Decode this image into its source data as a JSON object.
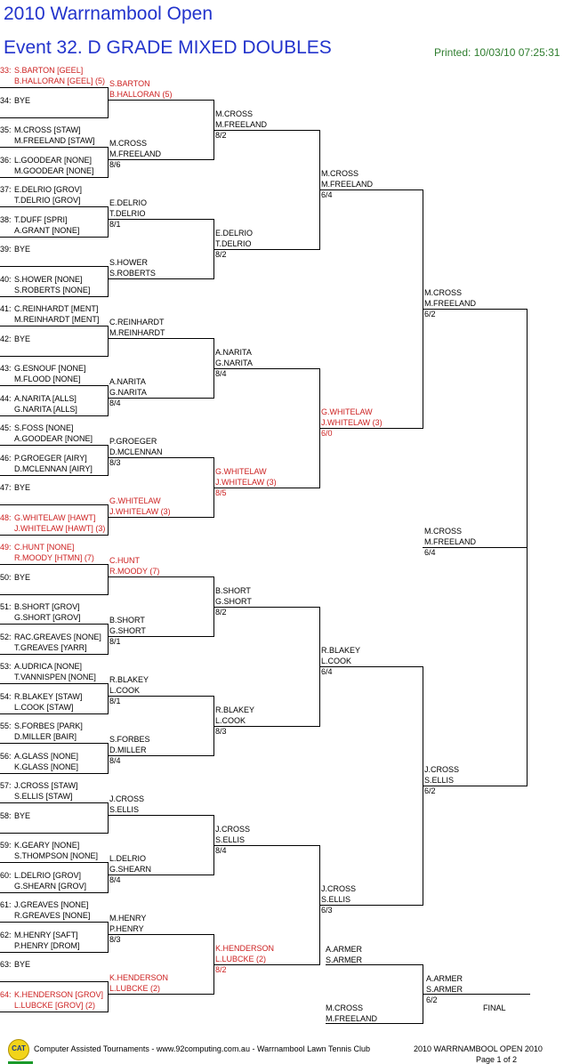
{
  "header": {
    "title": "2010 Warrnambool Open",
    "event": "Event 32. D GRADE MIXED DOUBLES",
    "printed": "Printed: 10/03/10 07:25:31"
  },
  "draw": [
    {
      "seed": "33:",
      "p1": "S.BARTON [GEEL]",
      "p2": "B.HALLORAN [GEEL] (5)",
      "red": true
    },
    {
      "seed": "34:",
      "p1": "BYE",
      "p2": ""
    },
    {
      "seed": "35:",
      "p1": "M.CROSS [STAW]",
      "p2": "M.FREELAND [STAW]"
    },
    {
      "seed": "36:",
      "p1": "L.GOODEAR [NONE]",
      "p2": "M.GOODEAR [NONE]"
    },
    {
      "seed": "37:",
      "p1": "E.DELRIO [GROV]",
      "p2": "T.DELRIO [GROV]"
    },
    {
      "seed": "38:",
      "p1": "T.DUFF [SPRI]",
      "p2": "A.GRANT [NONE]"
    },
    {
      "seed": "39:",
      "p1": "BYE",
      "p2": ""
    },
    {
      "seed": "40:",
      "p1": "S.HOWER [NONE]",
      "p2": "S.ROBERTS [NONE]"
    },
    {
      "seed": "41:",
      "p1": "C.REINHARDT [MENT]",
      "p2": "M.REINHARDT [MENT]"
    },
    {
      "seed": "42:",
      "p1": "BYE",
      "p2": ""
    },
    {
      "seed": "43:",
      "p1": "G.ESNOUF [NONE]",
      "p2": "M.FLOOD [NONE]"
    },
    {
      "seed": "44:",
      "p1": "A.NARITA [ALLS]",
      "p2": "G.NARITA [ALLS]"
    },
    {
      "seed": "45:",
      "p1": "S.FOSS [NONE]",
      "p2": "A.GOODEAR [NONE]"
    },
    {
      "seed": "46:",
      "p1": "P.GROEGER [AIRY]",
      "p2": "D.MCLENNAN [AIRY]"
    },
    {
      "seed": "47:",
      "p1": "BYE",
      "p2": ""
    },
    {
      "seed": "48:",
      "p1": "G.WHITELAW [HAWT]",
      "p2": "J.WHITELAW [HAWT] (3)",
      "red": true
    },
    {
      "seed": "49:",
      "p1": "C.HUNT [NONE]",
      "p2": "R.MOODY [HTMN] (7)",
      "red": true
    },
    {
      "seed": "50:",
      "p1": "BYE",
      "p2": ""
    },
    {
      "seed": "51:",
      "p1": "B.SHORT [GROV]",
      "p2": "G.SHORT [GROV]"
    },
    {
      "seed": "52:",
      "p1": "RAC.GREAVES [NONE]",
      "p2": "T.GREAVES [YARR]"
    },
    {
      "seed": "53:",
      "p1": "A.UDRICA [NONE]",
      "p2": "T.VANNISPEN [NONE]"
    },
    {
      "seed": "54:",
      "p1": "R.BLAKEY [STAW]",
      "p2": "L.COOK [STAW]"
    },
    {
      "seed": "55:",
      "p1": "S.FORBES [PARK]",
      "p2": "D.MILLER [BAIR]"
    },
    {
      "seed": "56:",
      "p1": "A.GLASS [NONE]",
      "p2": "K.GLASS [NONE]"
    },
    {
      "seed": "57:",
      "p1": "J.CROSS [STAW]",
      "p2": "S.ELLIS [STAW]"
    },
    {
      "seed": "58:",
      "p1": "BYE",
      "p2": ""
    },
    {
      "seed": "59:",
      "p1": "K.GEARY [NONE]",
      "p2": "S.THOMPSON [NONE]"
    },
    {
      "seed": "60:",
      "p1": "L.DELRIO [GROV]",
      "p2": "G.SHEARN [GROV]"
    },
    {
      "seed": "61:",
      "p1": "J.GREAVES [NONE]",
      "p2": "R.GREAVES [NONE]"
    },
    {
      "seed": "62:",
      "p1": "M.HENRY [SAFT]",
      "p2": "P.HENRY [DROM]"
    },
    {
      "seed": "63:",
      "p1": "BYE",
      "p2": ""
    },
    {
      "seed": "64:",
      "p1": "K.HENDERSON [GROV]",
      "p2": "L.LUBCKE [GROV] (2)",
      "red": true
    }
  ],
  "round2": [
    {
      "p1": "S.BARTON",
      "p2": "B.HALLORAN (5)",
      "score": "",
      "red": true
    },
    {
      "p1": "M.CROSS",
      "p2": "M.FREELAND",
      "score": "8/6"
    },
    {
      "p1": "E.DELRIO",
      "p2": "T.DELRIO",
      "score": "8/1"
    },
    {
      "p1": "S.HOWER",
      "p2": "S.ROBERTS",
      "score": ""
    },
    {
      "p1": "C.REINHARDT",
      "p2": "M.REINHARDT",
      "score": ""
    },
    {
      "p1": "A.NARITA",
      "p2": "G.NARITA",
      "score": "8/4"
    },
    {
      "p1": "P.GROEGER",
      "p2": "D.MCLENNAN",
      "score": "8/3"
    },
    {
      "p1": "G.WHITELAW",
      "p2": "J.WHITELAW (3)",
      "score": "",
      "red": true
    },
    {
      "p1": "C.HUNT",
      "p2": "R.MOODY (7)",
      "score": "",
      "red": true
    },
    {
      "p1": "B.SHORT",
      "p2": "G.SHORT",
      "score": "8/1"
    },
    {
      "p1": "R.BLAKEY",
      "p2": "L.COOK",
      "score": "8/1"
    },
    {
      "p1": "S.FORBES",
      "p2": "D.MILLER",
      "score": "8/4"
    },
    {
      "p1": "J.CROSS",
      "p2": "S.ELLIS",
      "score": ""
    },
    {
      "p1": "L.DELRIO",
      "p2": "G.SHEARN",
      "score": "8/4"
    },
    {
      "p1": "M.HENRY",
      "p2": "P.HENRY",
      "score": "8/3"
    },
    {
      "p1": "K.HENDERSON",
      "p2": "L.LUBCKE (2)",
      "score": "",
      "red": true
    }
  ],
  "round3": [
    {
      "p1": "M.CROSS",
      "p2": "M.FREELAND",
      "score": "8/2"
    },
    {
      "p1": "E.DELRIO",
      "p2": "T.DELRIO",
      "score": "8/2"
    },
    {
      "p1": "A.NARITA",
      "p2": "G.NARITA",
      "score": "8/4"
    },
    {
      "p1": "G.WHITELAW",
      "p2": "J.WHITELAW (3)",
      "score": "8/5",
      "red": true
    },
    {
      "p1": "B.SHORT",
      "p2": "G.SHORT",
      "score": "8/2"
    },
    {
      "p1": "R.BLAKEY",
      "p2": "L.COOK",
      "score": "8/3"
    },
    {
      "p1": "J.CROSS",
      "p2": "S.ELLIS",
      "score": "8/4"
    },
    {
      "p1": "K.HENDERSON",
      "p2": "L.LUBCKE (2)",
      "score": "8/2",
      "red": true
    }
  ],
  "round4": [
    {
      "p1": "M.CROSS",
      "p2": "M.FREELAND",
      "score": "6/4"
    },
    {
      "p1": "G.WHITELAW",
      "p2": "J.WHITELAW (3)",
      "score": "6/0",
      "red": true
    },
    {
      "p1": "R.BLAKEY",
      "p2": "L.COOK",
      "score": "6/4"
    },
    {
      "p1": "J.CROSS",
      "p2": "S.ELLIS",
      "score": "6/3"
    }
  ],
  "round5": [
    {
      "p1": "M.CROSS",
      "p2": "M.FREELAND",
      "score": "6/2"
    },
    {
      "p1": "J.CROSS",
      "p2": "S.ELLIS",
      "score": "6/2"
    }
  ],
  "round6": [
    {
      "p1": "M.CROSS",
      "p2": "M.FREELAND",
      "score": "6/4"
    }
  ],
  "final": {
    "top": {
      "p1": "A.ARMER",
      "p2": "S.ARMER"
    },
    "bottom": {
      "p1": "M.CROSS",
      "p2": "M.FREELAND"
    },
    "winner": {
      "p1": "A.ARMER",
      "p2": "S.ARMER",
      "score": "6/2"
    },
    "label": "FINAL"
  },
  "footer": {
    "logo": "CAT",
    "left": "Computer Assisted Tournaments - www.92computing.com.au - Warrnambool Lawn Tennis Club",
    "right": "2010 WARRNAMBOOL OPEN 2010",
    "page": "Page 1 of 2",
    "colors": {
      "logo_bg": "#f2d41a",
      "logo_bar": "#1a9a2a"
    }
  },
  "colors": {
    "title": "#2233cc",
    "printed": "#2e7d2e",
    "seeded": "#cc2020"
  }
}
